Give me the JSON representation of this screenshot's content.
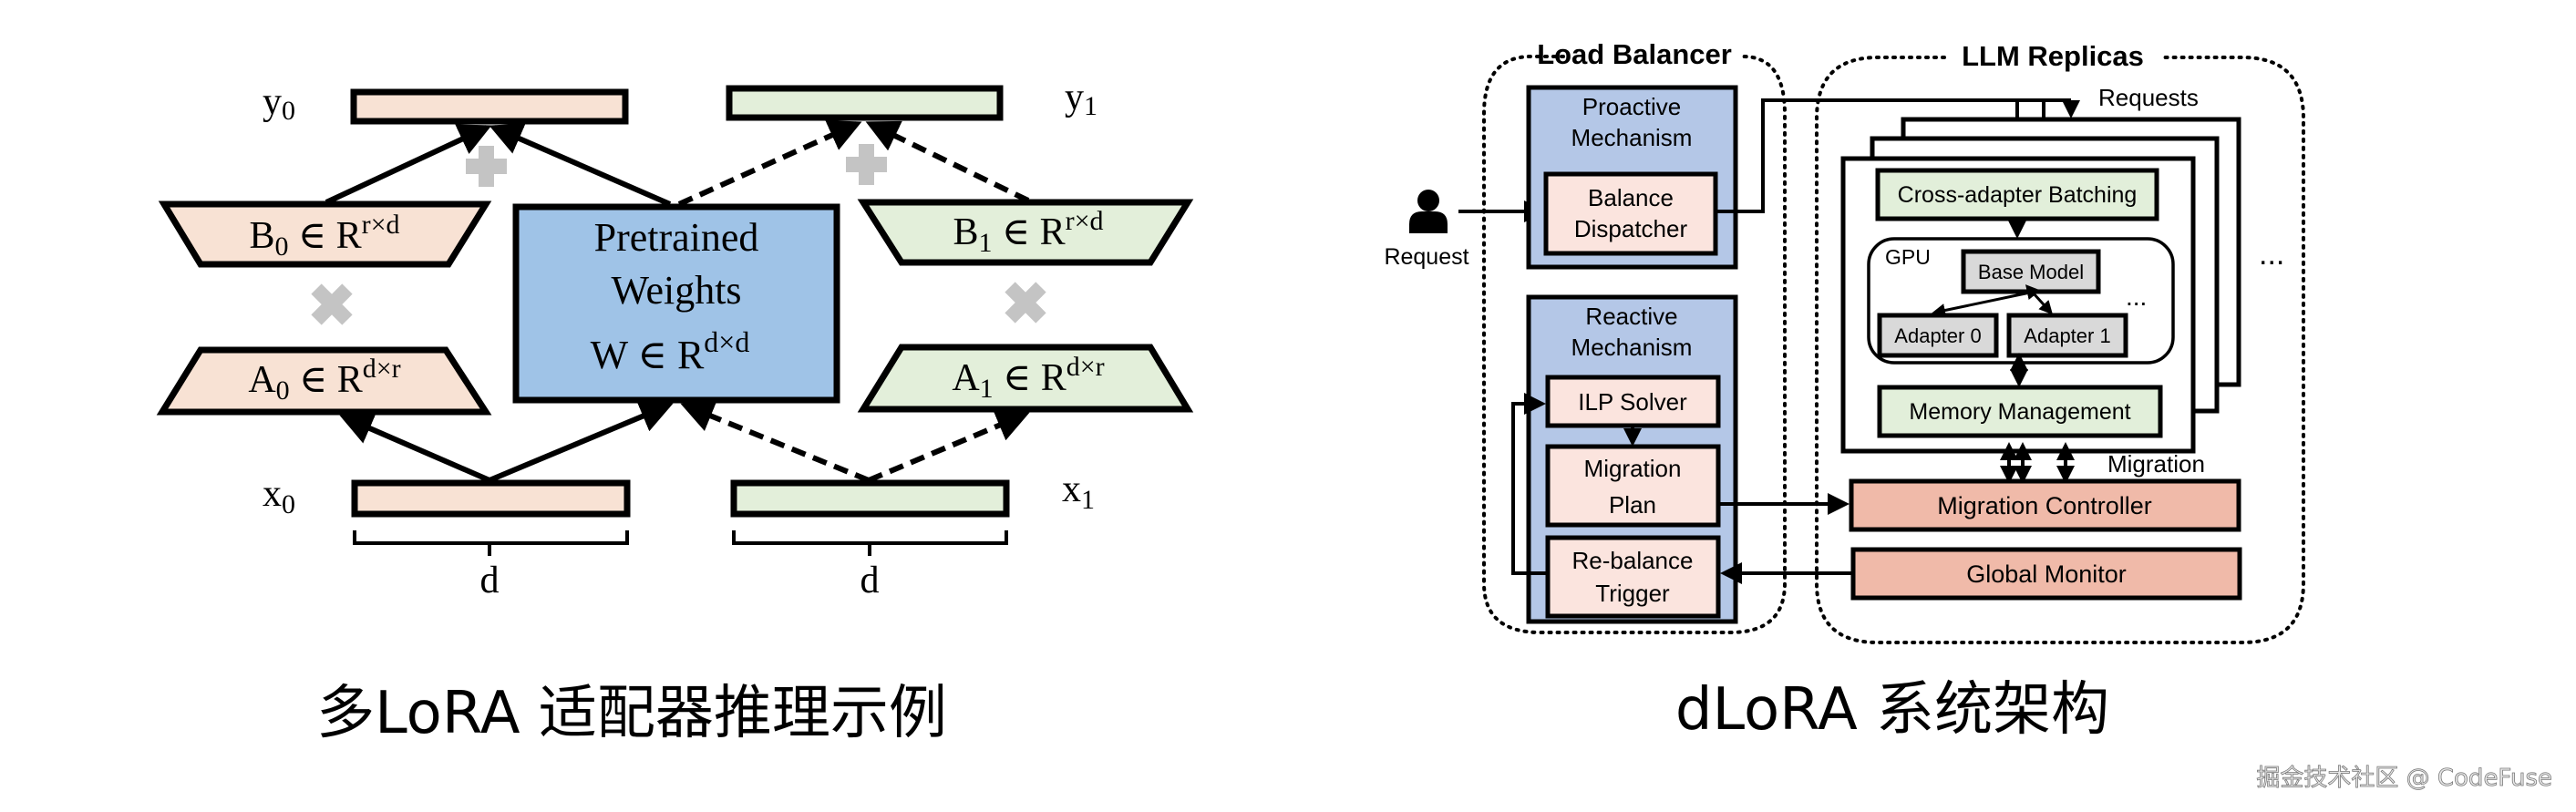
{
  "left_diagram": {
    "caption": "多LoRA 适配器推理示例",
    "outputs": [
      {
        "label": "y",
        "sub": "0",
        "color": "#f8e2d4"
      },
      {
        "label": "y",
        "sub": "1",
        "color": "#e3efda"
      }
    ],
    "inputs": [
      {
        "label": "x",
        "sub": "0",
        "color": "#f8e2d4"
      },
      {
        "label": "x",
        "sub": "1",
        "color": "#e3efda"
      }
    ],
    "pretrained": {
      "line1": "Pretrained",
      "line2": "Weights",
      "formula": "W ∈ R",
      "sup": "d×d",
      "color": "#9fc3e7"
    },
    "adapters": [
      {
        "B": {
          "base": "B",
          "sub": "0",
          "rel": " ∈ R",
          "sup": "r×d"
        },
        "A": {
          "base": "A",
          "sub": "0",
          "rel": " ∈ R",
          "sup": "d×r"
        },
        "color": "#f8e2d4"
      },
      {
        "B": {
          "base": "B",
          "sub": "1",
          "rel": " ∈ R",
          "sup": "r×d"
        },
        "A": {
          "base": "A",
          "sub": "1",
          "rel": " ∈ R",
          "sup": "d×r"
        },
        "color": "#e3efda"
      }
    ],
    "dimension_label": "d",
    "plus_symbol": "plus",
    "times_symbol": "multiply",
    "symbol_color": "#c4c4c4"
  },
  "right_diagram": {
    "caption": "dLoRA 系统架构",
    "load_balancer": {
      "title": "Load Balancer",
      "proactive": {
        "line1": "Proactive",
        "line2": "Mechanism",
        "color": "#b4c7e7"
      },
      "balance_dispatcher": {
        "line1": "Balance",
        "line2": "Dispatcher",
        "color": "#fbe4de"
      },
      "reactive": {
        "line1": "Reactive",
        "line2": "Mechanism",
        "color": "#b4c7e7"
      },
      "ilp_solver": {
        "label": "ILP Solver",
        "color": "#fbe4de"
      },
      "migration_plan": {
        "line1": "Migration",
        "line2": "Plan",
        "color": "#fbe4de"
      },
      "rebalance_trigger": {
        "line1": "Re-balance",
        "line2": "Trigger",
        "color": "#fbe4de"
      }
    },
    "request": {
      "label": "Request",
      "icon": "user-icon"
    },
    "llm_replicas": {
      "title": "LLM Replicas",
      "requests_label": "Requests",
      "cross_adapter": {
        "label": "Cross-adapter Batching",
        "color": "#e2efda"
      },
      "gpu": {
        "label": "GPU",
        "base_model": {
          "label": "Base Model",
          "color": "#d9d9d9"
        },
        "adapters": [
          {
            "label": "Adapter 0",
            "color": "#d9d9d9"
          },
          {
            "label": "Adapter 1",
            "color": "#d9d9d9"
          }
        ],
        "ellipsis": "..."
      },
      "memory_management": {
        "label": "Memory Management",
        "color": "#e2efda"
      },
      "migration_label": "Migration",
      "migration_controller": {
        "label": "Migration Controller",
        "color": "#f0baa9"
      },
      "global_monitor": {
        "label": "Global Monitor",
        "color": "#f0baa9"
      },
      "replicas_ellipsis": "..."
    }
  },
  "watermark": "掘金技术社区 @ CodeFuse"
}
